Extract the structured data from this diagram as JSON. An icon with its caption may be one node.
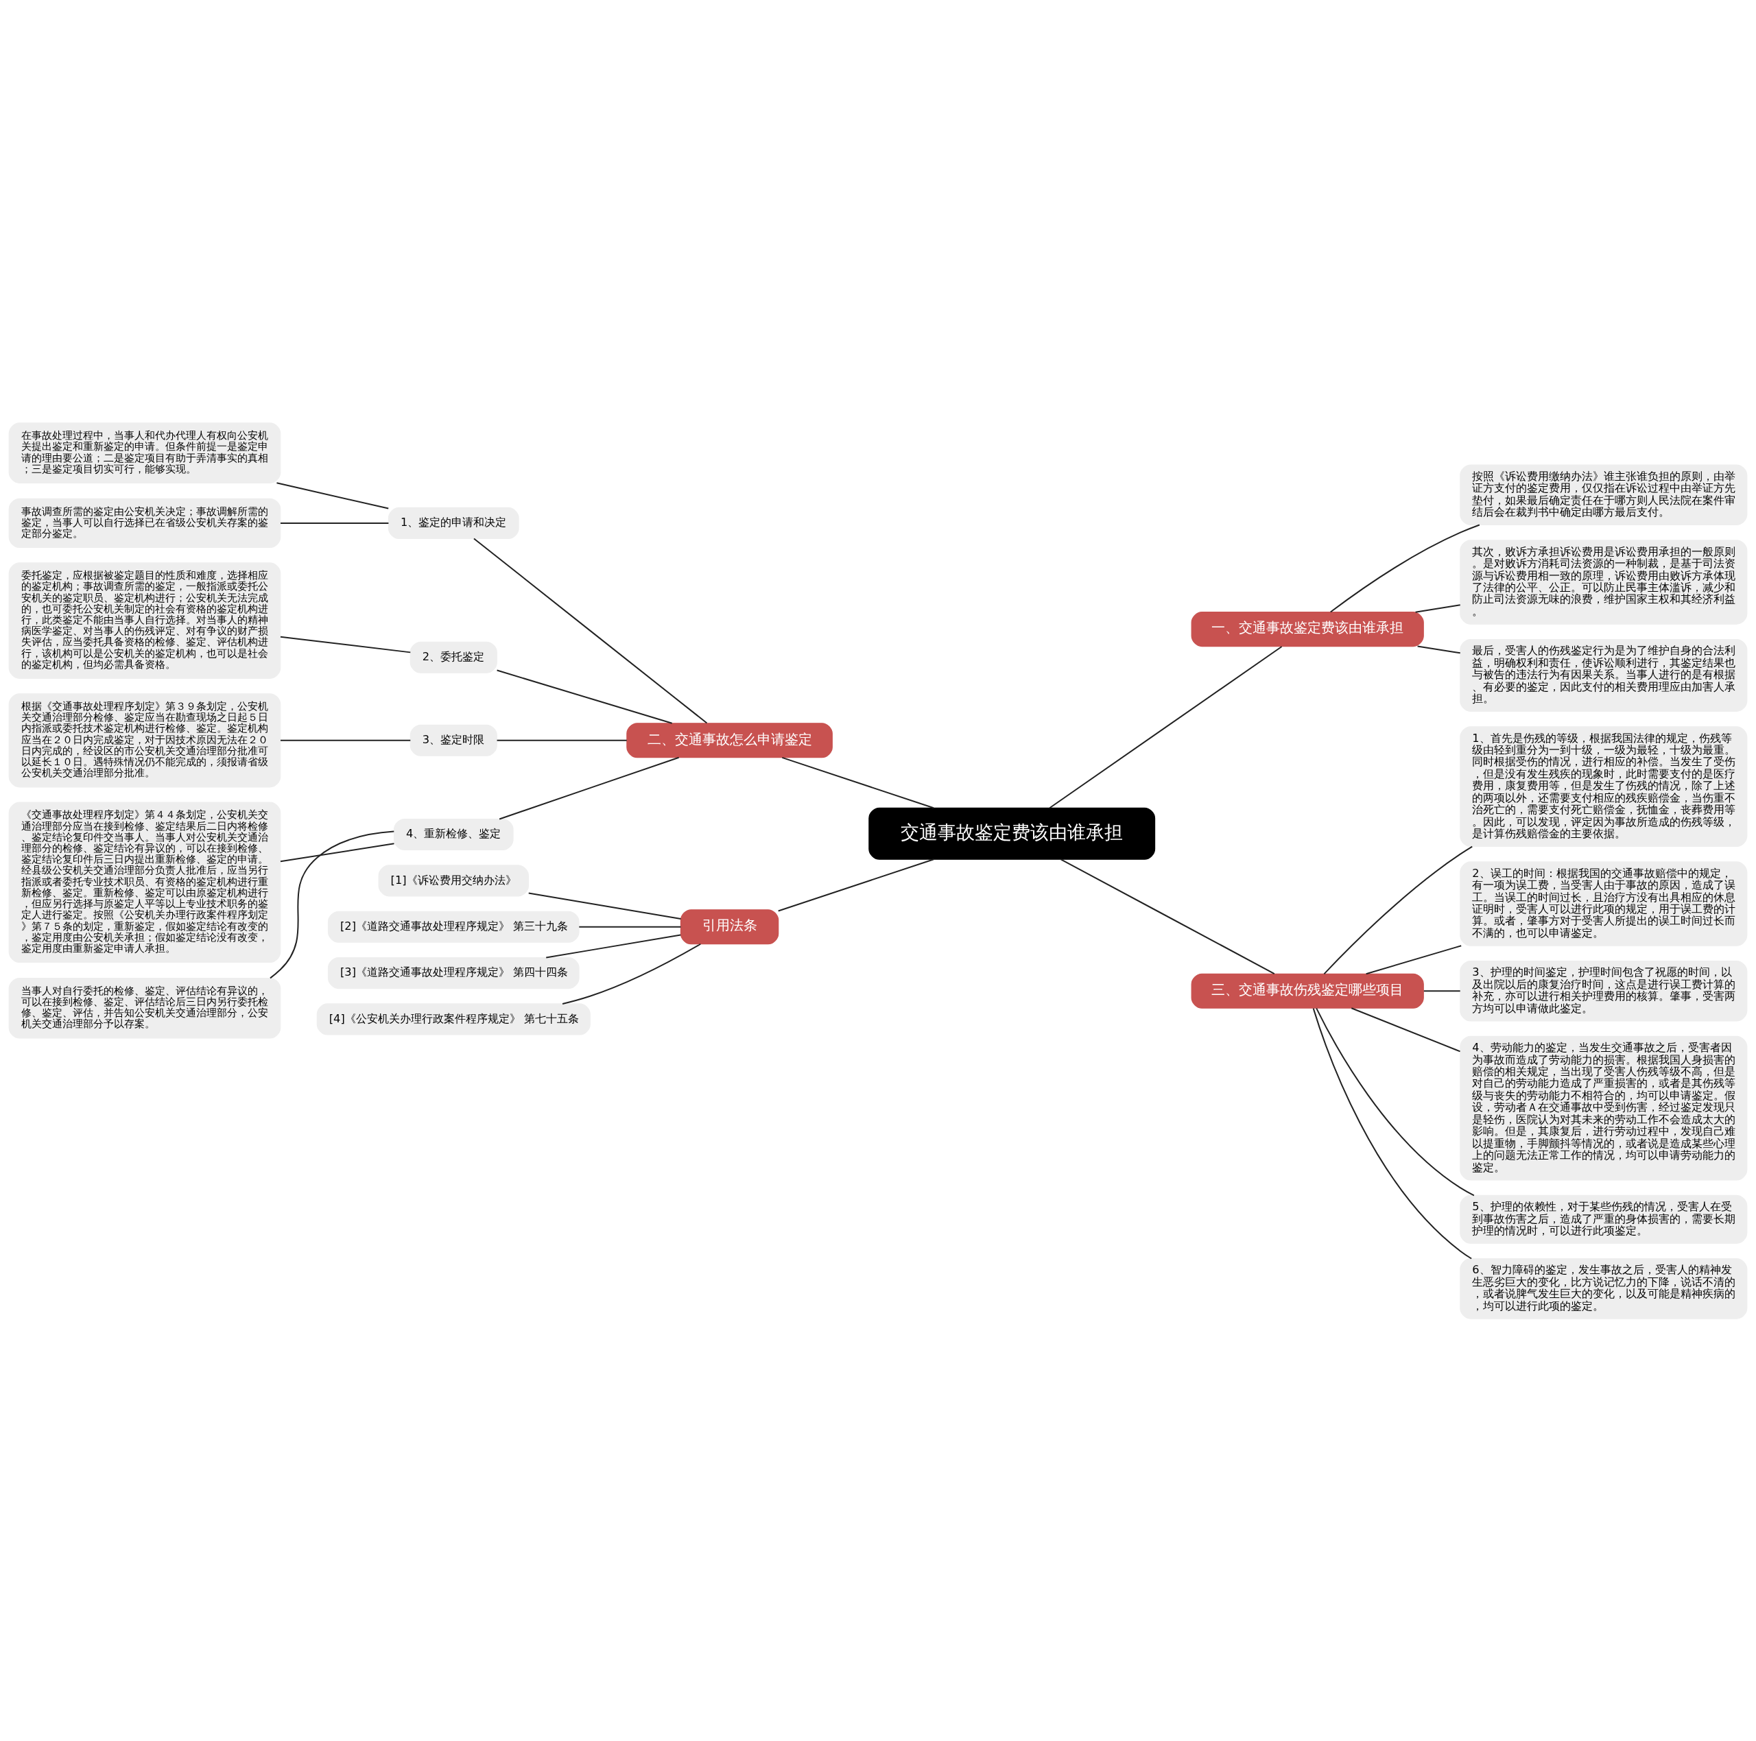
{
  "diagram": {
    "nodes": [
      {
        "text": [
          "交通事故鉴定费该由谁承担"
        ]
      },
      {
        "text": [
          "一、交通事故鉴定费该由谁承担"
        ]
      },
      {
        "text": [
          "按照《诉讼费用缴纳办法》谁主张谁负担的原则，由举证方支付的鉴定费用，仅仅指在诉讼过程中由举证方先垫付，如果最后确定责任在于哪方则人民法院在案件审结后会在裁判书中确定由哪方最后支付。"
        ]
      },
      {
        "text": [
          "其次，败诉方承担诉讼费用是诉讼费用承担的一般原则。是对败诉方消耗司法资源的一种制裁，是基于司法资源与诉讼费用相一致的原理，诉讼费用由败诉方承体现了法律的公平、公正。可以防止民事主体滥诉，减少和防止司法资源无味的浪费，维护国家主权和其经济利益。"
        ]
      },
      {
        "text": [
          "最后，受害人的伤残鉴定行为是为了维护自身的合法利益，明确权利和责任，使诉讼顺利进行，其鉴定结果也与被告的违法行为有因果关系。当事人进行的是有根据、有必要的鉴定，因此支付的相关费用理应由加害人承担。"
        ]
      },
      {
        "text": [
          "二、交通事故怎么申请鉴定"
        ]
      },
      {
        "text": [
          "1、鉴定的申请和决定"
        ]
      },
      {
        "text": [
          "在事故处理过程中，当事人和代办代理人有权向公安机关提出鉴定和重新鉴定的申请。但条件前提一是鉴定申请的理由要公道；二是鉴定项目有助于弄清事实的真相；三是鉴定项目切实可行，能够实现。"
        ]
      },
      {
        "text": [
          "事故调查所需的鉴定由公安机关决定；事故调解所需的鉴定，当事人可以自行选择已在省级公安机关存案的鉴定部分鉴定。"
        ]
      },
      {
        "text": [
          "2、委托鉴定"
        ]
      },
      {
        "text": [
          "委托鉴定，应根据被鉴定题目的性质和难度，选择相应的鉴定机构；事故调查所需的鉴定，一般指派或委托公安机关的鉴定职员、鉴定机构进行；公安机关无法完成的，也可委托公安机关制定的社会有资格的鉴定机构进行，此类鉴定不能由当事人自行选择。对当事人的精神病医学鉴定、对当事人的伤残评定、对有争议的财产损失评估，应当委托具备资格的检修、鉴定、评估机构进行，该机构可以是公安机关的鉴定机构，也可以是社会的鉴定机构，但均必需具备资格。"
        ]
      },
      {
        "text": [
          "3、鉴定时限"
        ]
      },
      {
        "text": [
          "根据《交通事故处理程序划定》第３９条划定，公安机关交通治理部分检修、鉴定应当在勘查现场之日起５日内指派或委托技术鉴定机构进行检修、鉴定。鉴定机构应当在２０日内完成鉴定，对于因技术原因无法在２０日内完成的，经设区的市公安机关交通治理部分批准可以延长１０日。遇特殊情况仍不能完成的，须报请省级公安机关交通治理部分批准。"
        ]
      },
      {
        "text": [
          "4、重新检修、鉴定"
        ]
      },
      {
        "text": [
          "《交通事故处理程序划定》第４４条划定，公安机关交通治理部分应当在接到检修、鉴定结果后二日内将检修、鉴定结论复印件交当事人。当事人对公安机关交通治理部分的检修、鉴定结论有异议的，可以在接到检修、鉴定结论复印件后三日内提出重新检修、鉴定的申请。经县级公安机关交通治理部分负责人批准后，应当另行指派或者委托专业技术职员、有资格的鉴定机构进行重新检修、鉴定。重新检修、鉴定可以由原鉴定机构进行，但应另行选择与原鉴定人平等以上专业技术职务的鉴定人进行鉴定。按照《公安机关办理行政案件程序划定》第７５条的划定，重新鉴定，假如鉴定结论有改变的，鉴定用度由公安机关承担；假如鉴定结论没有改变，鉴定用度由重新鉴定申请人承担。"
        ]
      },
      {
        "text": [
          "当事人对自行委托的检修、鉴定、评估结论有异议的，可以在接到检修、鉴定、评估结论后三日内另行委托检修、鉴定、评估，并告知公安机关交通治理部分，公安机关交通治理部分予以存案。"
        ]
      },
      {
        "text": [
          "三、交通事故伤残鉴定哪些项目"
        ]
      },
      {
        "text": [
          "1、首先是伤残的等级，根据我国法律的规定，伤残等级由轻到重分为一到十级，一级为最轻，十级为最重。同时根据受伤的情况，进行相应的补偿。当发生了受伤，但是没有发生残疾的现象时，此时需要支付的是医疗费用，康复费用等，但是发生了伤残的情况，除了上述的两项以外，还需要支付相应的残疾赔偿金，当伤重不治死亡的，需要支付死亡赔偿金，抚恤金，丧葬费用等。因此，可以发现，评定因为事故所造成的伤残等级，是计算伤残赔偿金的主要依据。"
        ]
      },
      {
        "text": [
          "2、误工的时间：根据我国的交通事故赔偿中的规定，有一项为误工费，当受害人由于事故的原因，造成了误工。当误工的时间过长，且治疗方没有出具相应的休息证明时，受害人可以进行此项的规定，用于误工费的计算。或者，肇事方对于受害人所提出的误工时间过长而不满的，也可以申请鉴定。"
        ]
      },
      {
        "text": [
          "3、护理的时间鉴定，护理时间包含了祝愿的时间，以及出院以后的康复治疗时间，这点是进行误工费计算的补充，亦可以进行相关护理费用的核算。肇事，受害两方均可以申请做此鉴定。"
        ]
      },
      {
        "text": [
          "4、劳动能力的鉴定，当发生交通事故之后，受害者因为事故而造成了劳动能力的损害。根据我国人身损害的赔偿的相关规定，当出现了受害人伤残等级不高，但是对自己的劳动能力造成了严重损害的，或者是其伤残等级与丧失的劳动能力不相符合的，均可以申请鉴定。假设，劳动者Ａ在交通事故中受到伤害，经过鉴定发现只是轻伤，医院认为对其未来的劳动工作不会造成太大的影响。但是，其康复后，进行劳动过程中，发现自己难以提重物，手脚颤抖等情况的，或者说是造成某些心理上的问题无法正常工作的情况，均可以申请劳动能力的鉴定。"
        ]
      },
      {
        "text": [
          "5、护理的依赖性，对于某些伤残的情况，受害人在受到事故伤害之后，造成了严重的身体损害的，需要长期护理的情况时，可以进行此项鉴定。"
        ]
      },
      {
        "text": [
          "6、智力障碍的鉴定，发生事故之后，受害人的精神发生恶劣巨大的变化，比方说记忆力的下降，说话不清的，或者说脾气发生巨大的变化，以及可能是精神疾病的，均可以进行此项的鉴定。"
        ]
      },
      {
        "text": [
          "引用法条"
        ]
      },
      {
        "text": [
          "[1]《诉讼费用交纳办法》"
        ]
      },
      {
        "text": [
          "[2]《道路交通事故处理程序规定》 第三十九条"
        ]
      },
      {
        "text": [
          "[3]《道路交通事故处理程序规定》 第四十四条"
        ]
      },
      {
        "text": [
          "[4]《公安机关办理行政案件程序规定》 第七十五条"
        ]
      }
    ],
    "edges": [
      {
        "from": 0,
        "to": 1,
        "arrow": "none"
      },
      {
        "from": 1,
        "to": 2,
        "arrow": "none"
      },
      {
        "from": 1,
        "to": 3,
        "arrow": "none"
      },
      {
        "from": 1,
        "to": 4,
        "arrow": "none"
      },
      {
        "from": 0,
        "to": 5,
        "arrow": "none"
      },
      {
        "from": 5,
        "to": 6,
        "arrow": "none"
      },
      {
        "from": 6,
        "to": 7,
        "arrow": "none"
      },
      {
        "from": 6,
        "to": 8,
        "arrow": "none"
      },
      {
        "from": 5,
        "to": 9,
        "arrow": "none"
      },
      {
        "from": 9,
        "to": 10,
        "arrow": "none"
      },
      {
        "from": 5,
        "to": 11,
        "arrow": "none"
      },
      {
        "from": 11,
        "to": 12,
        "arrow": "none"
      },
      {
        "from": 5,
        "to": 13,
        "arrow": "none"
      },
      {
        "from": 13,
        "to": 14,
        "arrow": "none"
      },
      {
        "from": 13,
        "to": 15,
        "arrow": "none"
      },
      {
        "from": 0,
        "to": 16,
        "arrow": "none"
      },
      {
        "from": 16,
        "to": 17,
        "arrow": "none"
      },
      {
        "from": 16,
        "to": 18,
        "arrow": "none"
      },
      {
        "from": 16,
        "to": 19,
        "arrow": "none"
      },
      {
        "from": 16,
        "to": 20,
        "arrow": "none"
      },
      {
        "from": 16,
        "to": 21,
        "arrow": "none"
      },
      {
        "from": 16,
        "to": 22,
        "arrow": "none"
      },
      {
        "from": 0,
        "to": 23,
        "arrow": "none"
      },
      {
        "from": 23,
        "to": 24,
        "arrow": "none"
      },
      {
        "from": 23,
        "to": 25,
        "arrow": "none"
      },
      {
        "from": 23,
        "to": 26,
        "arrow": "none"
      },
      {
        "from": 23,
        "to": 27,
        "arrow": "none"
      }
    ]
  }
}
